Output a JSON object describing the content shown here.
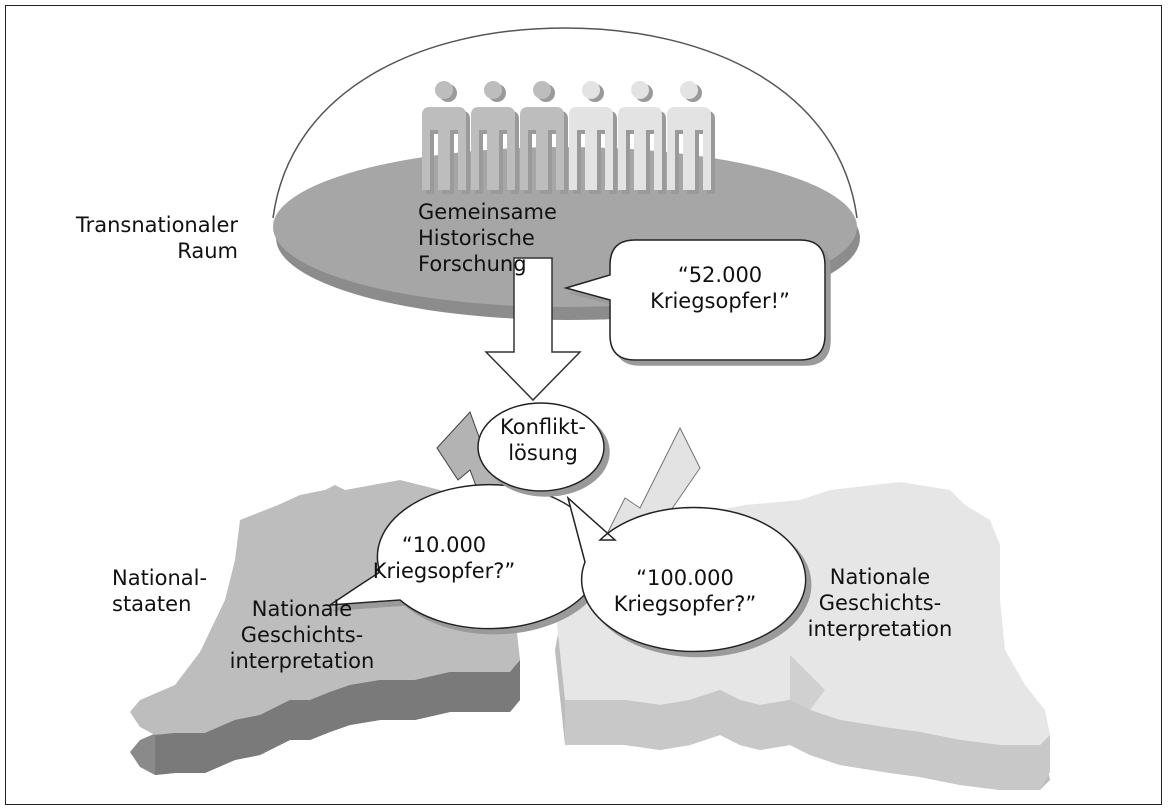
{
  "labels": {
    "transnational_space": "Transnationaler\nRaum",
    "common_research": "Gemeinsame\nHistorische\nForschung",
    "nation_states": "National-\nstaaten",
    "national_interpretation_left": "Nationale\nGeschichts-\ninterpretation",
    "national_interpretation_right": "Nationale\nGeschichts-\ninterpretation",
    "conflict_resolution": "Konflikt-\nlösung"
  },
  "speech_bubbles": {
    "transnational_claim": "“52.000\nKriegsopfer!”",
    "left_claim": "“10.000\nKriegsopfer?”",
    "right_claim": "“100.000\nKriegsopfer?”"
  },
  "people_count": 6,
  "colors": {
    "platform": "#a6a6a6",
    "platform_shadow": "#8c8c8c",
    "person_dark": "#bdbdbd",
    "person_light": "#e3e3e3",
    "country_left_top": "#bdbdbd",
    "country_left_side": "#8a8a8a",
    "country_right_top": "#e6e6e6",
    "country_right_side": "#bdbdbd",
    "bolt_left": "#b3b3b3",
    "bolt_right": "#e3e3e3"
  }
}
